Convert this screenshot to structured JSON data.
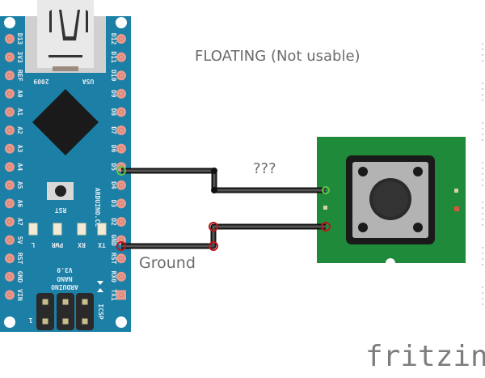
{
  "diagram": {
    "title": "FLOATING (Not usable)",
    "wire_label_signal": "???",
    "wire_label_ground": "Ground",
    "logo": "fritzing",
    "colors": {
      "board_blue": "#1c7fa6",
      "pin_pad": "#e99a8c",
      "button_pcb": "#1f8a3a",
      "wire": "#3a3a3a",
      "wire_end_green": "#5ec54a",
      "wire_end_red": "#c0151b",
      "text_gray": "#6b6b6b"
    }
  },
  "arduino": {
    "name": "ARDUINO NANO",
    "version": "V3.0",
    "website": "ARDUINO.CC",
    "usb_labels": [
      "2009",
      "USA"
    ],
    "reset_label": "RST",
    "icsp_label": "ICSP",
    "pin1_marker": "1",
    "left_pins": [
      "D13",
      "3V3",
      "REF",
      "A0",
      "A1",
      "A2",
      "A3",
      "A4",
      "A5",
      "A6",
      "A7",
      "5V",
      "RST",
      "GND",
      "VIN"
    ],
    "right_pins": [
      "D12",
      "D11",
      "D10",
      "D9",
      "D8",
      "D7",
      "D6",
      "D5",
      "D4",
      "D3",
      "D2",
      "GND",
      "RST",
      "RX0",
      "TX1"
    ],
    "leds": [
      "L",
      "PWR",
      "RX",
      "TX"
    ]
  },
  "pushbutton": {
    "name": "Pushbutton"
  },
  "connections": [
    {
      "from": "D5",
      "to": "Pushbutton pin (top-left)",
      "label": "???",
      "end_color": "green"
    },
    {
      "from": "GND",
      "to": "Pushbutton pin (bottom-left)",
      "label": "Ground",
      "end_color": "red"
    }
  ]
}
